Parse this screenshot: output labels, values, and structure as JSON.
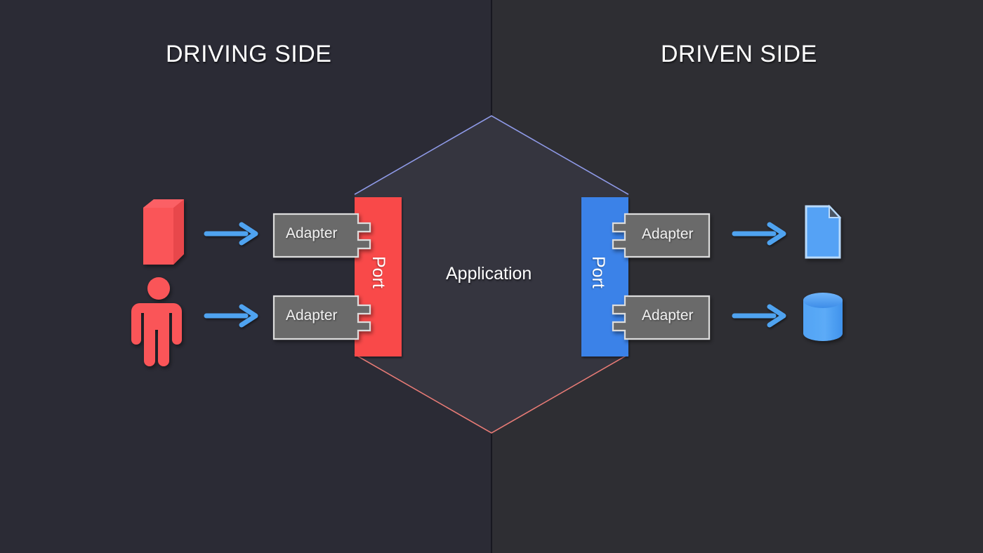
{
  "diagram": {
    "title_left": "DRIVING SIDE",
    "title_right": "DRIVEN SIDE",
    "core_label": "Application",
    "ports": [
      {
        "label": "Port",
        "side": "driving",
        "color": "#f9484a"
      },
      {
        "label": "Port",
        "side": "driven",
        "color": "#3b82e8"
      }
    ],
    "adapters": [
      {
        "label": "Adapter",
        "side": "driving",
        "row": "top"
      },
      {
        "label": "Adapter",
        "side": "driving",
        "row": "bottom"
      },
      {
        "label": "Adapter",
        "side": "driven",
        "row": "top"
      },
      {
        "label": "Adapter",
        "side": "driven",
        "row": "bottom"
      }
    ],
    "actors": [
      {
        "icon": "red-box-icon",
        "side": "driving",
        "row": "top",
        "color": "#fa5458"
      },
      {
        "icon": "person-icon",
        "side": "driving",
        "row": "bottom",
        "color": "#fa5458"
      },
      {
        "icon": "document-icon",
        "side": "driven",
        "row": "top",
        "color": "#55a2f5"
      },
      {
        "icon": "database-icon",
        "side": "driven",
        "row": "bottom",
        "color": "#4a9bf2"
      }
    ],
    "arrows": [
      {
        "name": "arrow-box-to-adapter",
        "direction": "right",
        "color": "#4fa3f0"
      },
      {
        "name": "arrow-person-to-adapter",
        "direction": "right",
        "color": "#4fa3f0"
      },
      {
        "name": "arrow-adapter-to-document",
        "direction": "right",
        "color": "#4fa3f0"
      },
      {
        "name": "arrow-adapter-to-database",
        "direction": "right",
        "color": "#4fa3f0"
      }
    ],
    "colors": {
      "background_left": "#2b2b35",
      "background_right": "#2e2e33",
      "hexagon_fill": "#35353f",
      "hexagon_edge_top": "#8f9ae8",
      "hexagon_edge_bottom": "#e87b76",
      "adapter_fill": "#6b6b6b",
      "adapter_border": "#dcdcdc",
      "divider": "#171720"
    }
  }
}
